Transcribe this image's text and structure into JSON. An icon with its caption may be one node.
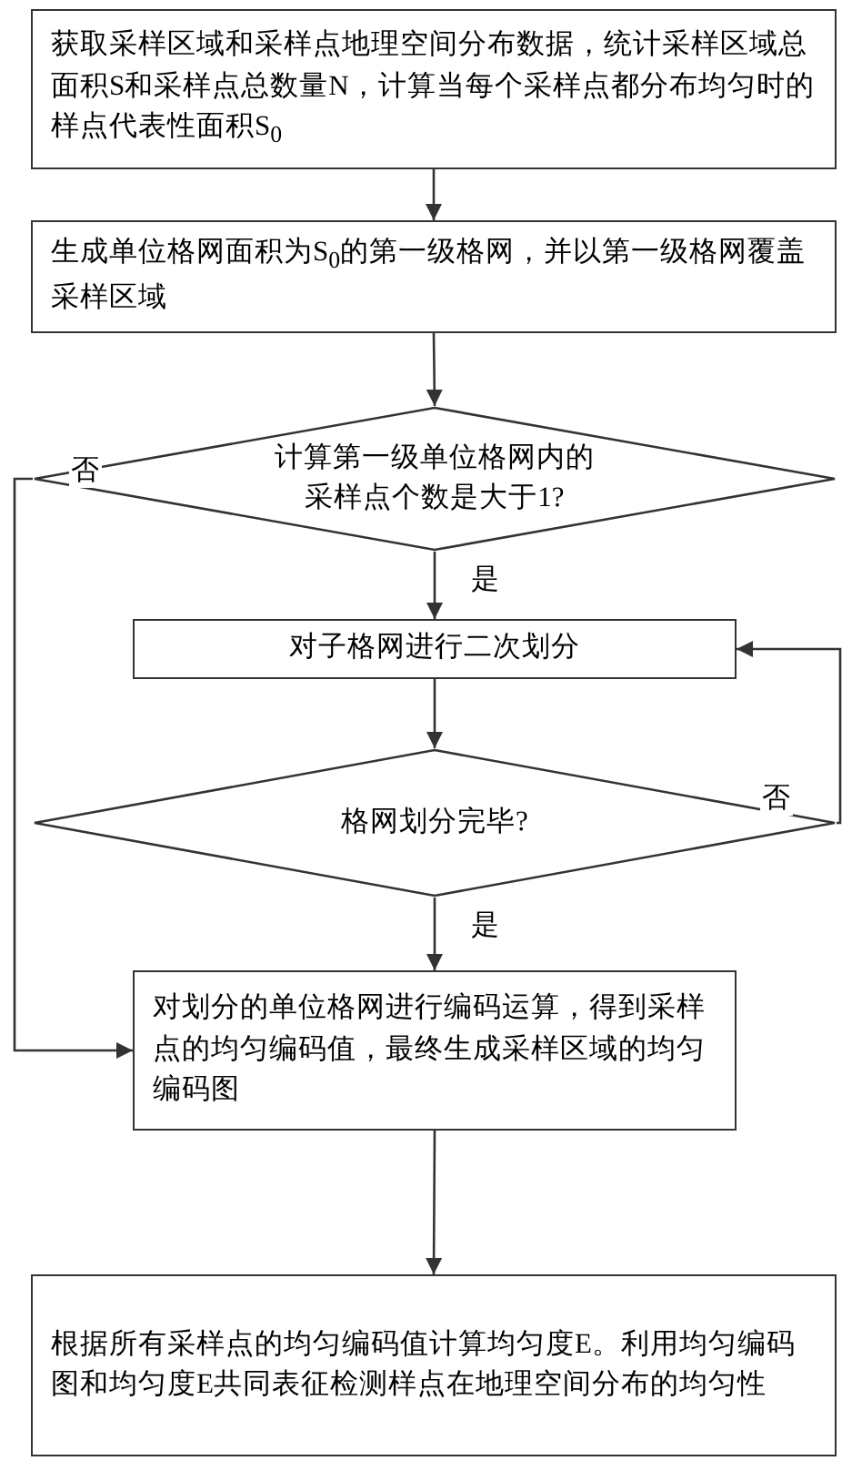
{
  "diagram": {
    "nodes": [
      {
        "text": [
          "获取采样区域和采样点地理空间分布数据，统计采样区域总面积S和采样点总数量N，计算当每个采样点都分布均匀时的样点代表性面积S$_{0}$"
        ]
      },
      {
        "text": [
          "生成单位格网面积为S$_{0}$的第一级格网，并以第一级格网覆盖采样区域"
        ]
      },
      {
        "text": [
          "计算第一级单位格网内的采样点个数是大于1?"
        ]
      },
      {
        "text": [
          "对子格网进行二次划分"
        ]
      },
      {
        "text": [
          "格网划分完毕?"
        ]
      },
      {
        "text": [
          "对划分的单位格网进行编码运算，得到采样点的均匀编码值，最终生成采样区域的均匀编码图"
        ]
      },
      {
        "text": [
          "根据所有采样点的均匀编码值计算均匀度E。利用均匀编码图和均匀度E共同表征检测样点在地理空间分布的均匀性"
        ]
      }
    ],
    "edges": [
      {
        "from": 0,
        "to": 1,
        "arrow": "to"
      },
      {
        "from": 1,
        "to": 2,
        "arrow": "to"
      },
      {
        "from": 2,
        "to": 3,
        "arrow": "to",
        "label": "是"
      },
      {
        "from": 3,
        "to": 4,
        "arrow": "to"
      },
      {
        "from": 4,
        "to": 3,
        "arrow": "to",
        "label": "否"
      },
      {
        "from": 4,
        "to": 5,
        "arrow": "to",
        "label": "是"
      },
      {
        "from": 2,
        "to": 5,
        "arrow": "to",
        "label": "否"
      },
      {
        "from": 5,
        "to": 6,
        "arrow": "to"
      }
    ]
  }
}
